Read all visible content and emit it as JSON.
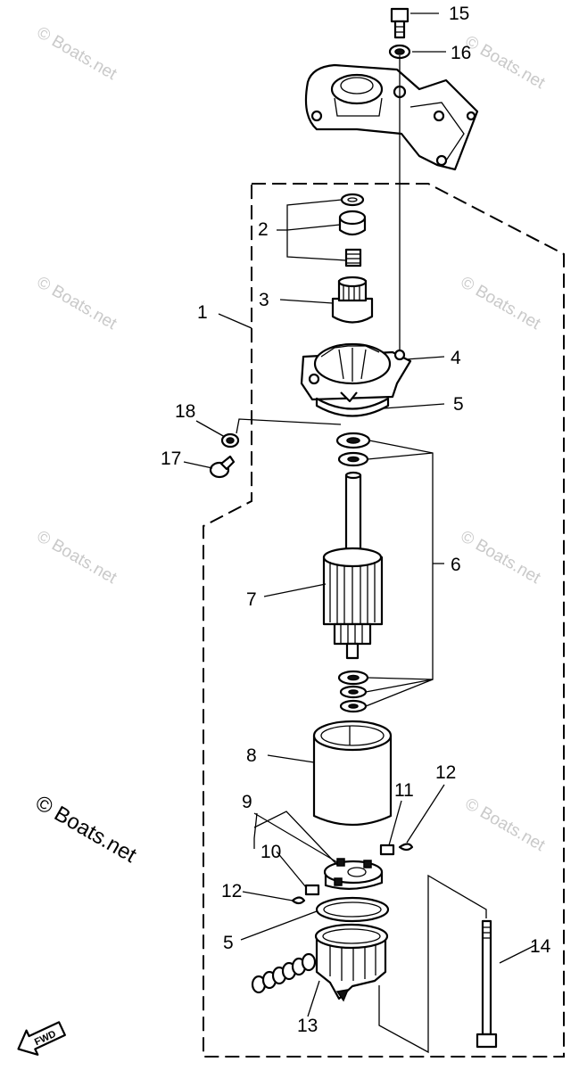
{
  "labels": {
    "l1": "1",
    "l2": "2",
    "l3": "3",
    "l4": "4",
    "l5a": "5",
    "l5b": "5",
    "l6": "6",
    "l7": "7",
    "l8": "8",
    "l9": "9",
    "l10": "10",
    "l11": "11",
    "l12a": "12",
    "l12b": "12",
    "l13": "13",
    "l14": "14",
    "l15": "15",
    "l16": "16",
    "l17": "17",
    "l18": "18"
  },
  "watermark": {
    "small": "© Boats.net",
    "large": "© Boats.net"
  },
  "fwd": "FWD"
}
